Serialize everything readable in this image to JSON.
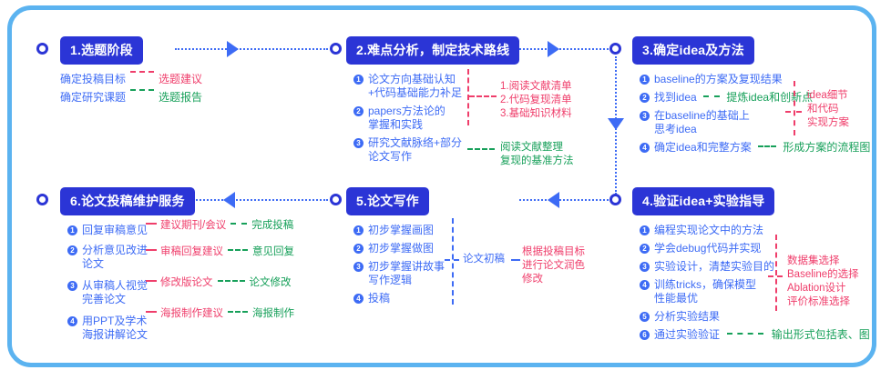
{
  "theme": {
    "frame_color": "#5BB3F0",
    "badge_bg": "#2B35D6",
    "blue": "#3D6BF5",
    "red": "#EF3E6B",
    "green": "#17A05A"
  },
  "stages": [
    {
      "id": "stage-1",
      "title": "1.选题阶段",
      "rows": [
        {
          "left": "确定投稿目标",
          "dash": "red",
          "right": "选题建议",
          "right_color": "red"
        },
        {
          "left": "确定研究课题",
          "dash": "green",
          "right": "选题报告",
          "right_color": "green"
        }
      ]
    },
    {
      "id": "stage-2",
      "title": "2.难点分析，制定技术路线",
      "items": [
        {
          "n": "1",
          "l1": "论文方向基础认知",
          "l2": "+代码基础能力补足"
        },
        {
          "n": "2",
          "l1": "papers方法论的",
          "l2": "掌握和实践"
        },
        {
          "n": "3",
          "l1": "研究文献脉络+部分",
          "l2": "论文写作"
        }
      ],
      "anno_red": [
        "1.阅读文献清单",
        "2.代码复现清单",
        "3.基础知识材料"
      ],
      "anno_green": [
        "阅读文献整理",
        "复现的基准方法"
      ]
    },
    {
      "id": "stage-3",
      "title": "3.确定idea及方法",
      "items": [
        {
          "n": "1",
          "l1": "baseline的方案及复现结果"
        },
        {
          "n": "2",
          "l1": "找到idea",
          "dash": "green",
          "tail": "提炼idea和创新点",
          "tail_color": "green"
        },
        {
          "n": "3",
          "l1": "在baseline的基础上",
          "l2": "思考idea"
        },
        {
          "n": "4",
          "l1": "确定idea和完整方案",
          "dash": "green",
          "tail": "形成方案的流程图",
          "tail_color": "green"
        }
      ],
      "anno_red": [
        "idea细节",
        "和代码",
        "实现方案"
      ]
    },
    {
      "id": "stage-4",
      "title": "4.验证idea+实验指导",
      "items": [
        {
          "n": "1",
          "l1": "编程实现论文中的方法"
        },
        {
          "n": "2",
          "l1": "学会debug代码并实现"
        },
        {
          "n": "3",
          "l1": "实验设计，清楚实验目的"
        },
        {
          "n": "4",
          "l1": "训练tricks，确保模型",
          "l2": "性能最优"
        },
        {
          "n": "5",
          "l1": "分析实验结果"
        },
        {
          "n": "6",
          "l1": "通过实验验证",
          "dash": "green",
          "tail": "输出形式包括表、图",
          "tail_color": "green"
        }
      ],
      "anno_red": [
        "数据集选择",
        "Baseline的选择",
        "Ablation设计",
        "评价标准选择"
      ]
    },
    {
      "id": "stage-5",
      "title": "5.论文写作",
      "items": [
        {
          "n": "1",
          "l1": "初步掌握画图"
        },
        {
          "n": "2",
          "l1": "初步掌握做图"
        },
        {
          "n": "3",
          "l1": "初步掌握讲故事",
          "l2": "写作逻辑"
        },
        {
          "n": "4",
          "l1": "投稿"
        }
      ],
      "anno_blue": "论文初稿",
      "anno_red": [
        "根据投稿目标",
        "进行论文润色",
        "修改"
      ]
    },
    {
      "id": "stage-6",
      "title": "6.论文投稿维护服务",
      "items": [
        {
          "n": "1",
          "l1": "回复审稿意见"
        },
        {
          "n": "2",
          "l1": "分析意见改进",
          "l2": "论文"
        },
        {
          "n": "3",
          "l1": "从审稿人视觉",
          "l2": "完善论文"
        },
        {
          "n": "4",
          "l1": "用PPT及学术",
          "l2": "海报讲解论文"
        }
      ],
      "rowtags": [
        {
          "red": "建议期刊/会议",
          "green": "完成投稿"
        },
        {
          "red": "审稿回复建议",
          "green": "意见回复"
        },
        {
          "red": "修改版论文",
          "green": "论文修改"
        },
        {
          "red": "海报制作建议",
          "green": "海报制作"
        }
      ]
    }
  ]
}
